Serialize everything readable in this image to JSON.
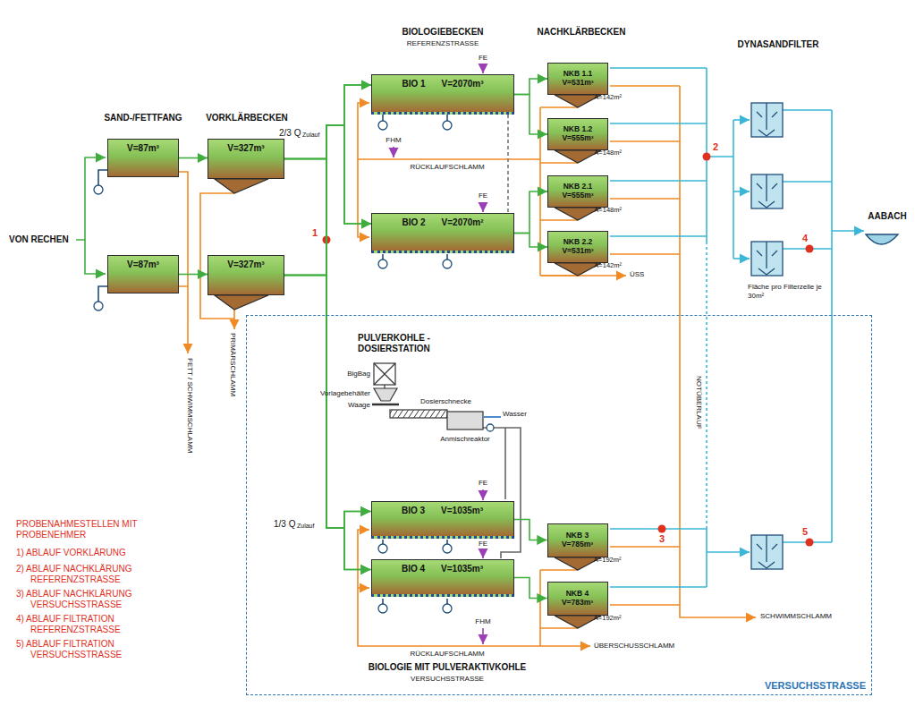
{
  "diagram": {
    "nodes": [
      {
        "text": [
          "V=87m³"
        ]
      },
      {
        "text": [
          "V=87m³"
        ]
      },
      {
        "text": [
          "V=327m³"
        ]
      },
      {
        "text": [
          "V=327m³"
        ]
      },
      {
        "text": [
          "BIO 1",
          "V=2070m³"
        ]
      },
      {
        "text": [
          "BIO 2",
          "V=2070m²"
        ]
      },
      {
        "text": [
          "NKB 1.1",
          "V=531m³",
          "A=142m²"
        ]
      },
      {
        "text": [
          "NKB 1.2",
          "V=555m³",
          "A=148m²"
        ]
      },
      {
        "text": [
          "NKB 2.1",
          "V=555m³",
          "A=148m²"
        ]
      },
      {
        "text": [
          "NKB 2.2",
          "V=531m³",
          "A=142m²"
        ]
      },
      {
        "text": [
          "VERSUCHSSTRASSE"
        ]
      },
      {
        "text": [
          "BIO 3",
          "V=1035m³"
        ],
        "in": 10
      },
      {
        "text": [
          "BIO 4",
          "V=1035m³"
        ],
        "in": 10
      },
      {
        "text": [
          "NKB 3",
          "V=785m³",
          "A=192m²"
        ],
        "in": 10
      },
      {
        "text": [
          "NKB 4",
          "V=783m³",
          "A=192m²"
        ],
        "in": 10
      }
    ],
    "edges": [
      {
        "from": 0,
        "to": 2,
        "arrow": "to"
      },
      {
        "from": 1,
        "to": 3,
        "arrow": "to"
      },
      {
        "from": 2,
        "to": 4,
        "arrow": "to"
      },
      {
        "from": 2,
        "to": 5,
        "arrow": "to"
      },
      {
        "from": 2,
        "to": 11,
        "arrow": "to"
      },
      {
        "from": 2,
        "to": 12,
        "arrow": "to"
      },
      {
        "from": 3,
        "to": 4,
        "arrow": "to"
      },
      {
        "from": 3,
        "to": 5,
        "arrow": "to"
      },
      {
        "from": 3,
        "to": 11,
        "arrow": "to"
      },
      {
        "from": 3,
        "to": 12,
        "arrow": "to"
      },
      {
        "from": 4,
        "to": 6,
        "arrow": "to"
      },
      {
        "from": 4,
        "to": 7,
        "arrow": "to"
      },
      {
        "from": 5,
        "to": 8,
        "arrow": "to"
      },
      {
        "from": 5,
        "to": 9,
        "arrow": "to"
      },
      {
        "from": 11,
        "to": 13,
        "arrow": "to"
      },
      {
        "from": 12,
        "to": 14,
        "arrow": "to"
      }
    ],
    "labels": [
      "SAND-/FETTFANG",
      "VORKLÄRBECKEN",
      "BIOLOGIEBECKEN",
      "REFERENZSTRASSE",
      "NACHKLÄRBECKEN",
      "DYNASANDFILTER",
      "VON RECHEN",
      "2/3 Q",
      "Zulauf",
      "1/3 Q",
      "Zulauf",
      "FE",
      "FE",
      "FE",
      "FE",
      "FHM",
      "FHM",
      "RÜCKLAUFSCHLAMM",
      "RÜCKLAUFSCHLAMM",
      "ÜSS",
      "FETT / SCHWIMMSCHLAMM",
      "PRIMÄRSCHLAMM",
      "PULVERKOHLE - DOSIERSTATION",
      "BigBag",
      "Vorlagebehälter",
      "Waage",
      "Dosierschnecke",
      "Wasser",
      "Anmischreaktor",
      "NOTÜBERLAUF",
      "SCHWIMMSCHLAMM",
      "ÜBERSCHUSSCHLAMM",
      "BIOLOGIE MIT PULVERAKTIVKOHLE",
      "VERSUCHSSTRASSE",
      "AABACH",
      "Fläche pro Filterzelle je 30m²",
      "PROBENAHMESTELLEN MIT PROBENEHMER",
      "1) ABLAUF VORKLÄRUNG",
      "2) ABLAUF NACHKLÄRUNG REFERENZSTRASSE",
      "3) ABLAUF NACHKLÄRUNG VERSUCHSSTRASSE",
      "4) ABLAUF FILTRATION REFERENZSTRASSE",
      "5) ABLAUF FILTRATION VERSUCHSSTRASSE",
      "1",
      "2",
      "3",
      "4",
      "5"
    ]
  }
}
